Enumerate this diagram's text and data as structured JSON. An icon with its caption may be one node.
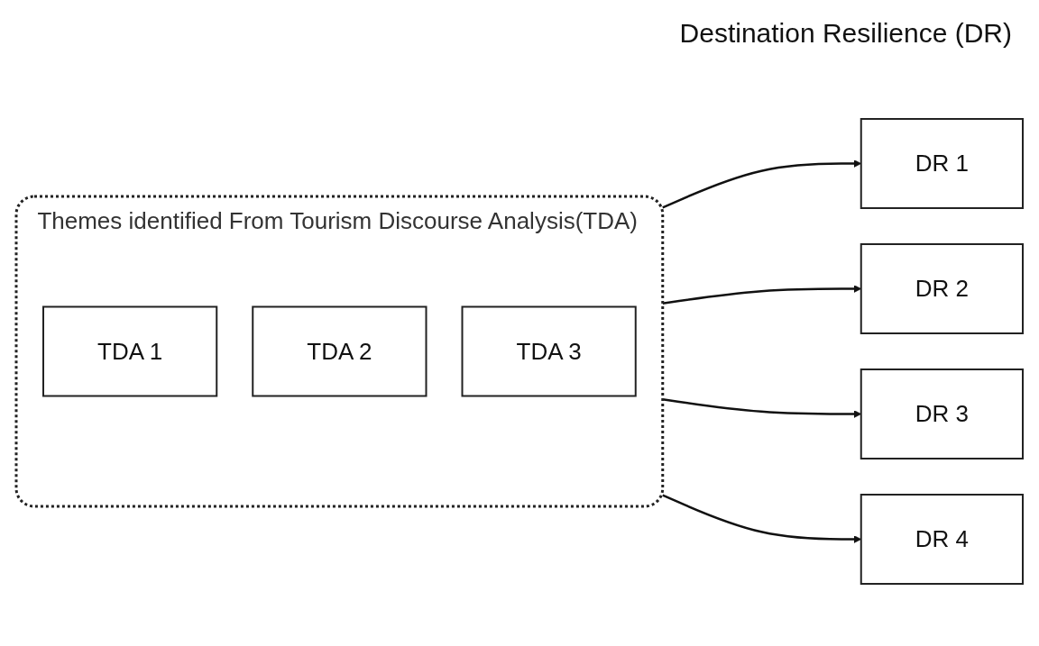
{
  "diagram": {
    "nodes": [
      {
        "text": [
          "Themes identified From Tourism Discourse Analysis(TDA)"
        ]
      },
      {
        "text": [
          "TDA 1"
        ],
        "in": 0
      },
      {
        "text": [
          "TDA 2"
        ],
        "in": 0
      },
      {
        "text": [
          "TDA 3"
        ],
        "in": 0
      },
      {
        "text": [
          "DR 1"
        ]
      },
      {
        "text": [
          "DR 2"
        ]
      },
      {
        "text": [
          "DR 3"
        ]
      },
      {
        "text": [
          "DR 4"
        ]
      }
    ],
    "edges": [
      {
        "from": 0,
        "to": 4,
        "arrow": "to"
      },
      {
        "from": 0,
        "to": 5,
        "arrow": "to"
      },
      {
        "from": 0,
        "to": 6,
        "arrow": "to"
      },
      {
        "from": 0,
        "to": 7,
        "arrow": "to"
      }
    ],
    "labels": [
      "Destination Resilience (DR)"
    ]
  }
}
